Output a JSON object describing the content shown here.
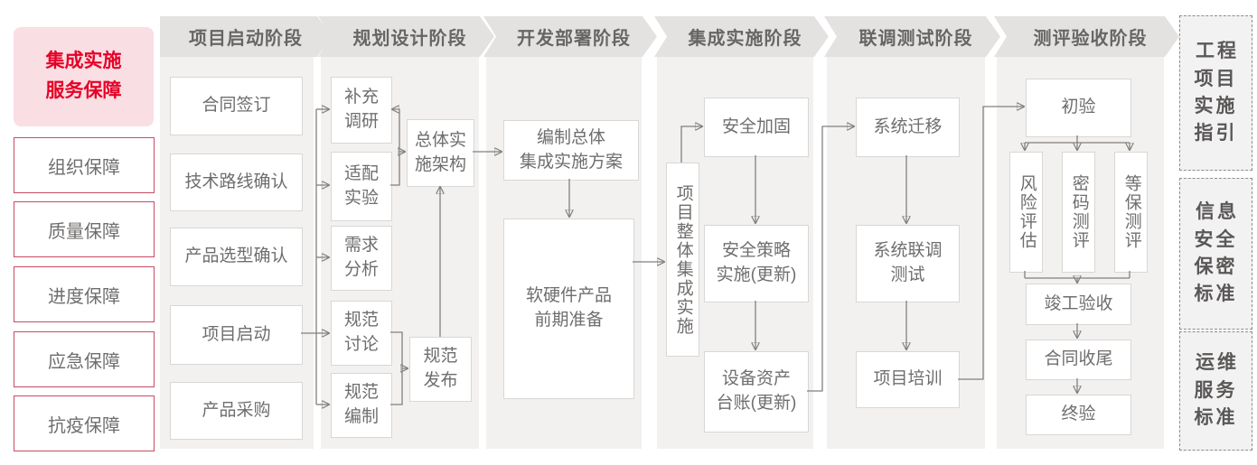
{
  "sidebar": {
    "title": "集成实施\n服务保障",
    "items": [
      "组织保障",
      "质量保障",
      "进度保障",
      "应急保障",
      "抗疫保障"
    ]
  },
  "phases": [
    {
      "label": "项目启动阶段"
    },
    {
      "label": "规划设计阶段"
    },
    {
      "label": "开发部署阶段"
    },
    {
      "label": "集成实施阶段"
    },
    {
      "label": "联调测试阶段"
    },
    {
      "label": "测评验收阶段"
    }
  ],
  "boxes": {
    "contract_signing": "合同签订",
    "tech_route_confirm": "技术路线确认",
    "product_selection_confirm": "产品选型确认",
    "project_kickoff": "项目启动",
    "product_procurement": "产品采购",
    "supplementary_research": "补充\n调研",
    "adaptation_test": "适配\n实验",
    "requirement_analysis": "需求\n分析",
    "spec_discussion": "规范\n讨论",
    "spec_drafting": "规范\n编制",
    "overall_architecture": "总体实\n施架构",
    "spec_release": "规范\n发布",
    "overall_integration_plan": "编制总体\n集成实施方案",
    "hw_sw_preparation": "软硬件产品\n前期准备",
    "overall_integration_impl": "项目整体集成实施",
    "security_hardening": "安全加固",
    "security_policy_impl": "安全策略\n实施(更新)",
    "equipment_asset_ledger": "设备资产\n台账(更新)",
    "system_migration": "系统迁移",
    "system_joint_debug_test": "系统联调\n测试",
    "project_training": "项目培训",
    "preliminary_acceptance": "初验",
    "risk_assessment": "风险评估",
    "crypto_evaluation": "密码测评",
    "classified_protection_evaluation": "等保测评",
    "completion_acceptance": "竣工验收",
    "contract_closure": "合同收尾",
    "final_acceptance": "终验"
  },
  "standards": [
    "工程\n项目\n实施\n指引",
    "信息\n安全\n保密\n标准",
    "运维\n服务\n标准"
  ],
  "colors": {
    "accent_red": "#e60027",
    "panel_pink": "#f9dee3",
    "sidebar_border_red": "#c84a63",
    "column_bg": "#f2f1f0",
    "chevron_bg": "#e4e2e1",
    "box_border": "#d9d7d5",
    "text_gray": "#6f6e6d",
    "arrow_gray": "#82807e"
  }
}
